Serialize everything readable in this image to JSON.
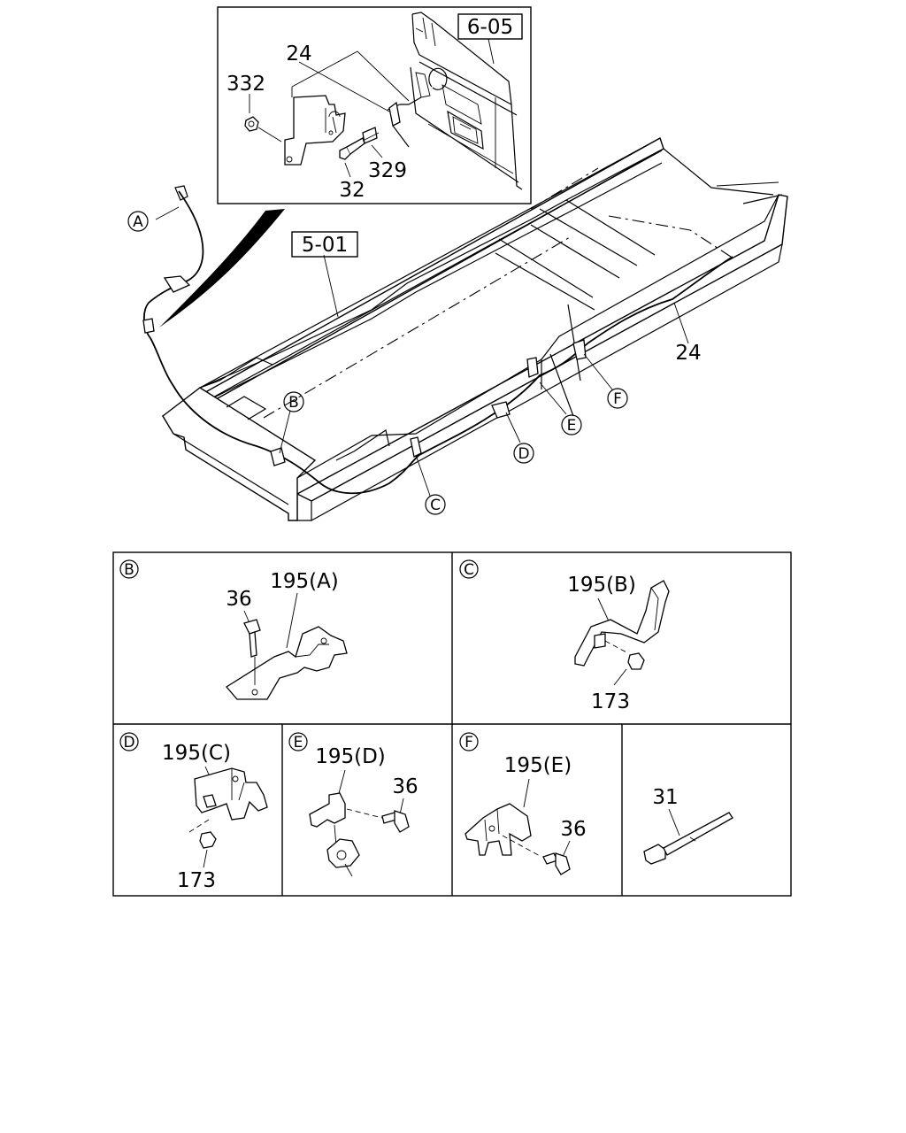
{
  "refs": {
    "ref_605": "6-05",
    "ref_501": "5-01"
  },
  "main_labels": {
    "cable_24": "24",
    "inset_24": "24",
    "p332": "332",
    "p329": "329",
    "p32": "32"
  },
  "callouts": {
    "A": "A",
    "B": "B",
    "C": "C",
    "D": "D",
    "E": "E",
    "F": "F"
  },
  "details": {
    "B": {
      "letter": "B",
      "bracket": "195(A)",
      "bolt": "36"
    },
    "C": {
      "letter": "C",
      "bracket": "195(B)",
      "nut": "173"
    },
    "D": {
      "letter": "D",
      "bracket": "195(C)",
      "nut": "173"
    },
    "E": {
      "letter": "E",
      "bracket": "195(D)",
      "bolt": "36"
    },
    "F": {
      "letter": "F",
      "bracket": "195(E)",
      "bolt": "36"
    },
    "G": {
      "tie": "31"
    }
  }
}
